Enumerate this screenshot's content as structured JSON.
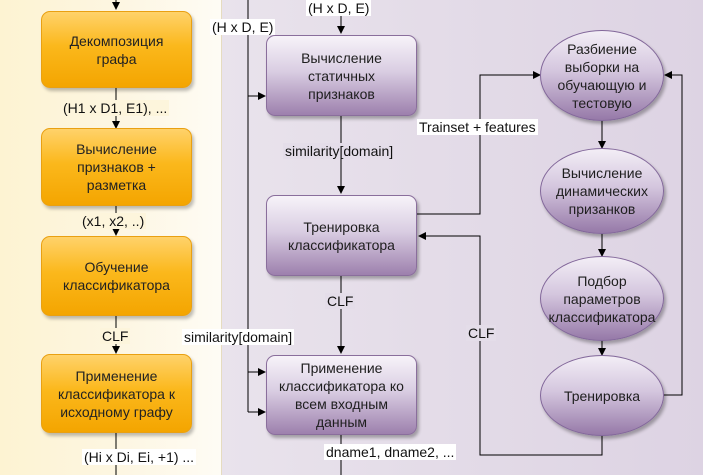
{
  "left": {
    "boxes": [
      "Декомпозиция\nграфа",
      "Вычисление\nпризнаков +\nразметка",
      "Обучение\nклассификатора",
      "Применение\nклассификатора к\nисходному графу"
    ],
    "labels": {
      "between_1_2": "(H1 x D1, E1), ...",
      "between_2_3": "(x1, x2, ..)",
      "between_3_4": "CLF",
      "bottom": "(Hi x Di, Ei, +1) ..."
    }
  },
  "middle": {
    "boxes": [
      "Вычисление\nстатичных\nпризнаков",
      "Тренировка\nклассификатора",
      "Применение\nклассификатора ко\nвсем входным\nданным"
    ],
    "labels": {
      "top": "(H x D, E)",
      "left_input": "(H x D, E)",
      "similarity_1": "similarity[domain]",
      "clf": "CLF",
      "similarity_2": "similarity[domain]",
      "bottom": "dname1, dname2, ..."
    }
  },
  "right": {
    "ellipses": [
      "Разбиение\nвыборки на\nобучающую и\nтестовую",
      "Вычисление\nдинамических\nпризанков",
      "Подбор\nпараметров\nклассификатора",
      "Тренировка"
    ],
    "labels": {
      "trainset": "Trainset + features",
      "clf": "CLF"
    }
  },
  "colors": {
    "orange_box": "#fbb81c",
    "purple_box": "#b9a5c7",
    "left_background": "#fdf5dc",
    "right_background": "#e2dbe8"
  }
}
